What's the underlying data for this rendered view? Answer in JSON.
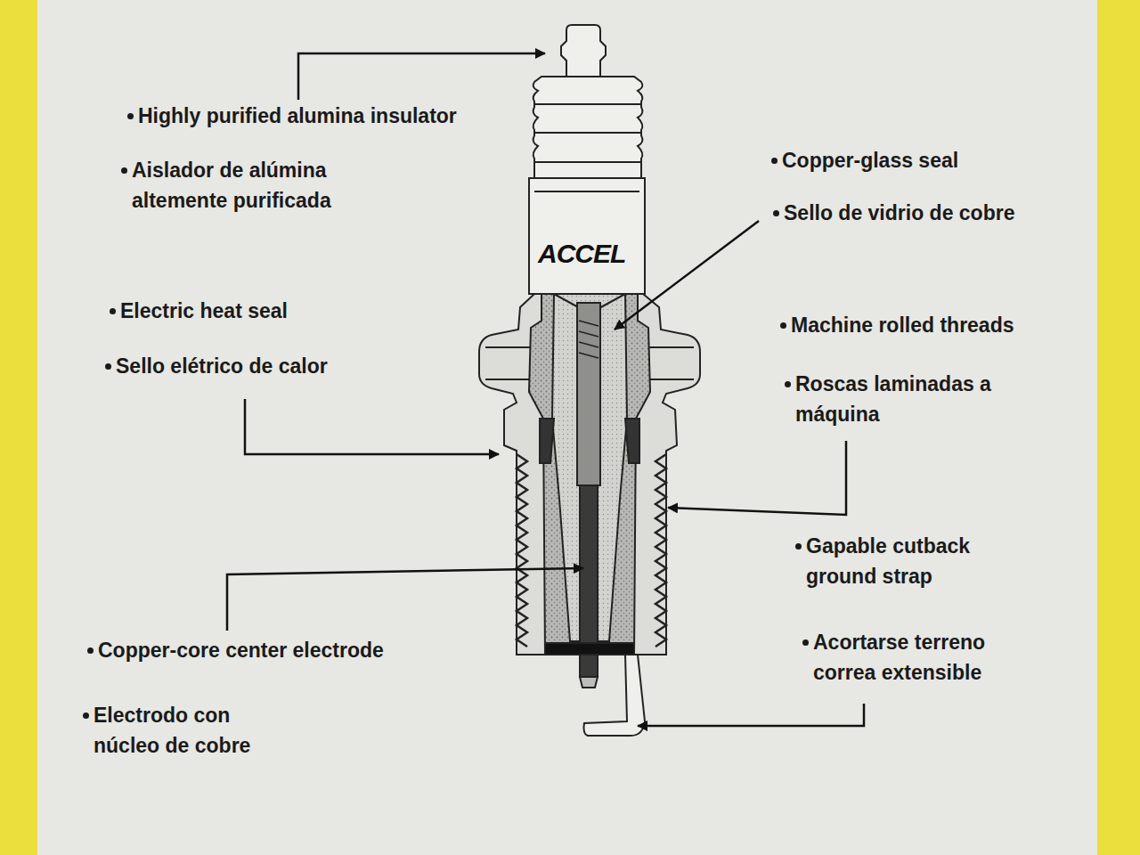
{
  "diagram": {
    "labels": [
      "Highly purified alumina insulator",
      "Aislador de alúmina altemente purificada",
      "Copper-glass seal",
      "Sello de vidrio de cobre",
      "ACCEL",
      "Electric heat seal",
      "Sello elétrico de calor",
      "Machine rolled threads",
      "Roscas laminadas a máquina",
      "Gapable cutback ground strap",
      "Acortarse terreno correa extensible",
      "Copper-core center electrode",
      "Electrodo con núcleo de cobre"
    ]
  }
}
